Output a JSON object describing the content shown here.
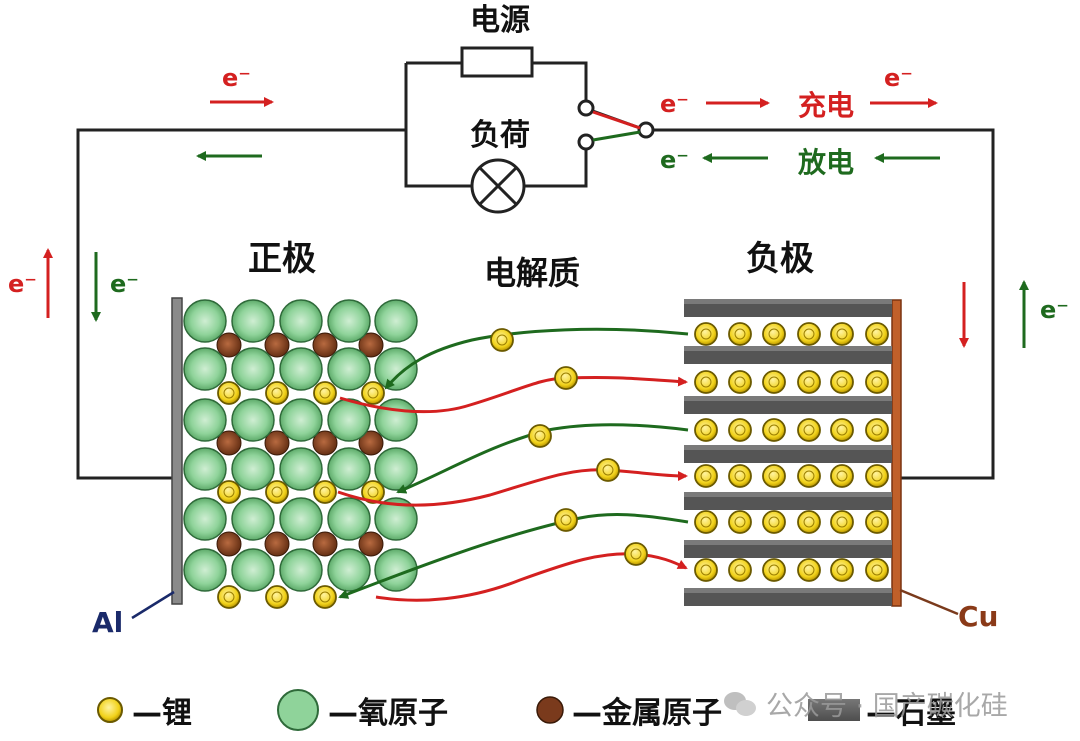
{
  "circuit": {
    "power_label": "电源",
    "load_label": "负荷",
    "charge_label": "充电",
    "discharge_label": "放电",
    "electron_label": "e⁻"
  },
  "cell": {
    "cathode_label": "正极",
    "anode_label": "负极",
    "electrolyte_label": "电解质",
    "al_label": "Al",
    "cu_label": "Cu"
  },
  "legend": {
    "lithium": "—锂",
    "oxygen": "—氧原子",
    "metal": "—金属原子",
    "graphite": "—石墨"
  },
  "watermark": "公众号 · 国产碳化硅",
  "colors": {
    "charge": "#d42020",
    "discharge": "#1e6a1e",
    "oxygen": "#8fd39a",
    "metal": "#7a3a1c",
    "lithium": "#f1d21a",
    "graphite": "#5a5a5a",
    "al_plate": "#8a8a8a",
    "cu_plate": "#c0602a"
  }
}
